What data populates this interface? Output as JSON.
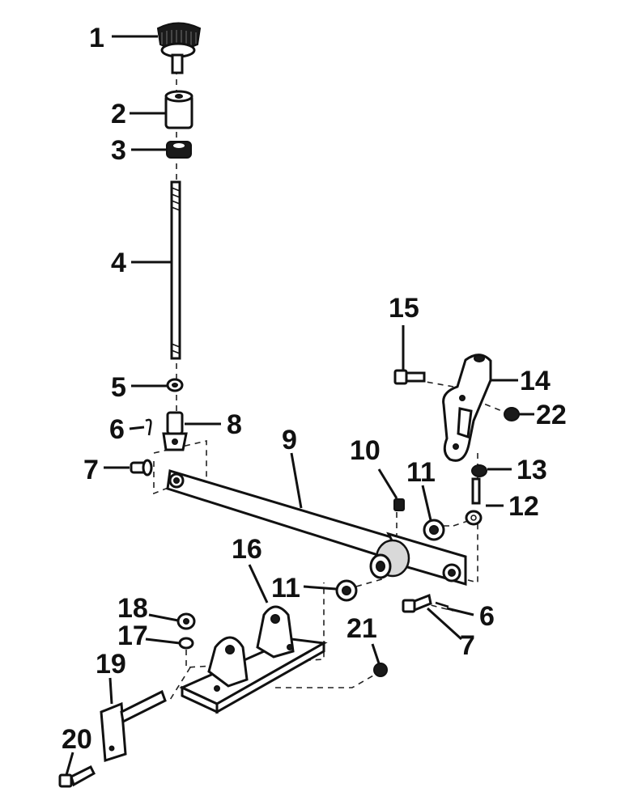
{
  "callouts": {
    "c1": "1",
    "c2": "2",
    "c3": "3",
    "c4": "4",
    "c5": "5",
    "c6a": "6",
    "c6b": "6",
    "c7a": "7",
    "c7b": "7",
    "c8": "8",
    "c9": "9",
    "c10": "10",
    "c11a": "11",
    "c11b": "11",
    "c12": "12",
    "c13": "13",
    "c14": "14",
    "c15": "15",
    "c16": "16",
    "c17": "17",
    "c18": "18",
    "c19": "19",
    "c20": "20",
    "c21": "21",
    "c22": "22"
  },
  "colors": {
    "ink": "#111111",
    "paper": "#ffffff"
  }
}
